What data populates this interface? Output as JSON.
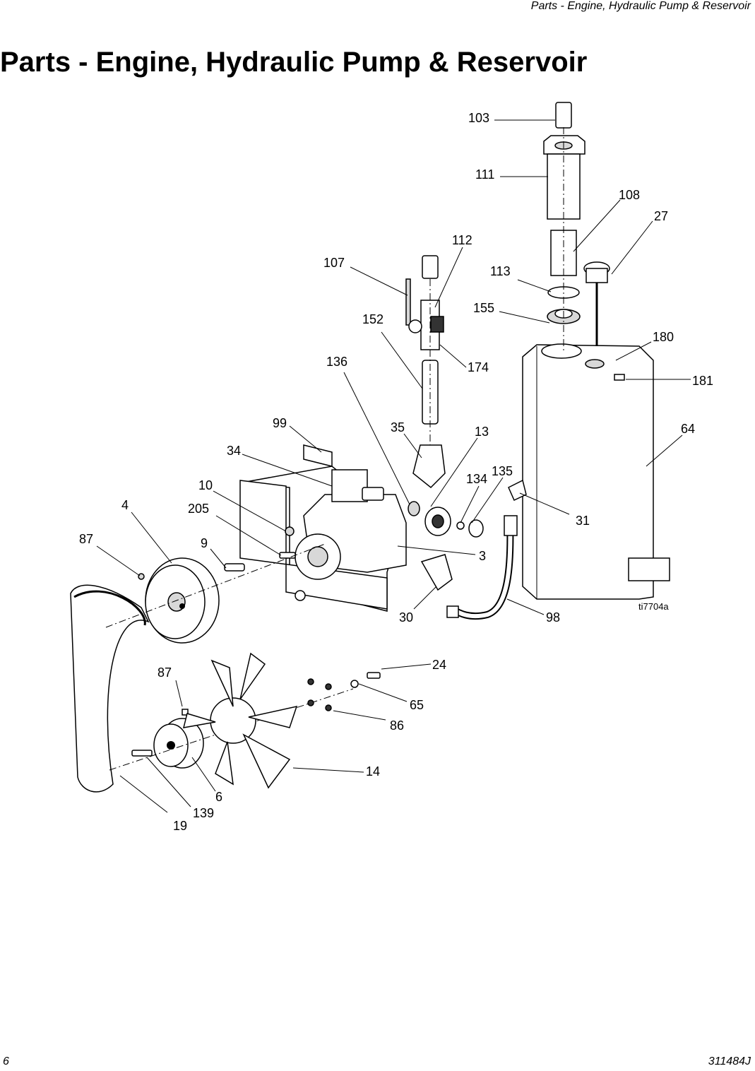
{
  "header": {
    "running_title": "Parts - Engine, Hydraulic Pump & Reservoir"
  },
  "title": "Parts - Engine, Hydraulic Pump & Reservoir",
  "figure": {
    "id": "ti7704a",
    "callouts": [
      "103",
      "111",
      "108",
      "27",
      "112",
      "107",
      "113",
      "155",
      "152",
      "180",
      "136",
      "174",
      "181",
      "99",
      "35",
      "13",
      "64",
      "34",
      "135",
      "134",
      "10",
      "31",
      "4",
      "205",
      "9",
      "3",
      "87",
      "30",
      "98",
      "24",
      "87",
      "65",
      "86",
      "14",
      "6",
      "139",
      "19"
    ]
  },
  "footer": {
    "page_number": "6",
    "doc_number": "311484J"
  }
}
